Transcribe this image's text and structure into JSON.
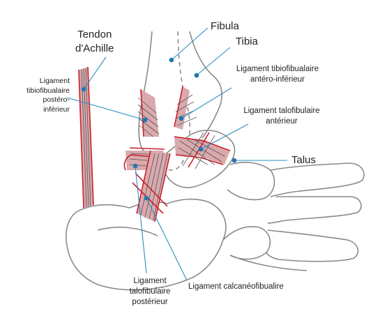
{
  "labels": {
    "achilles": [
      "Tendon",
      "d'Achille"
    ],
    "fibula": "Fibula",
    "tibia": "Tibia",
    "pitfl": [
      "Ligament",
      "tibiofibualaire",
      "postéro-",
      "inférieur"
    ],
    "aitfl": [
      "Ligament tibiofibualaire",
      "antéro-inférieur"
    ],
    "atfl": [
      "Ligament talofibulaire",
      "antérieur"
    ],
    "talus": "Talus",
    "ptfl": [
      "Ligament",
      "talofibulaire",
      "postérieur"
    ],
    "cfl": "Ligament calcanéofibualire"
  },
  "colors": {
    "bone_outline": "#8a8a8a",
    "ligament_fill": "#d9a9ad",
    "ligament_edge": "#cc1f2a",
    "ligament_fiber": "#555555",
    "leader_line": "#2b8fc4",
    "marker": "#1f77b4"
  }
}
